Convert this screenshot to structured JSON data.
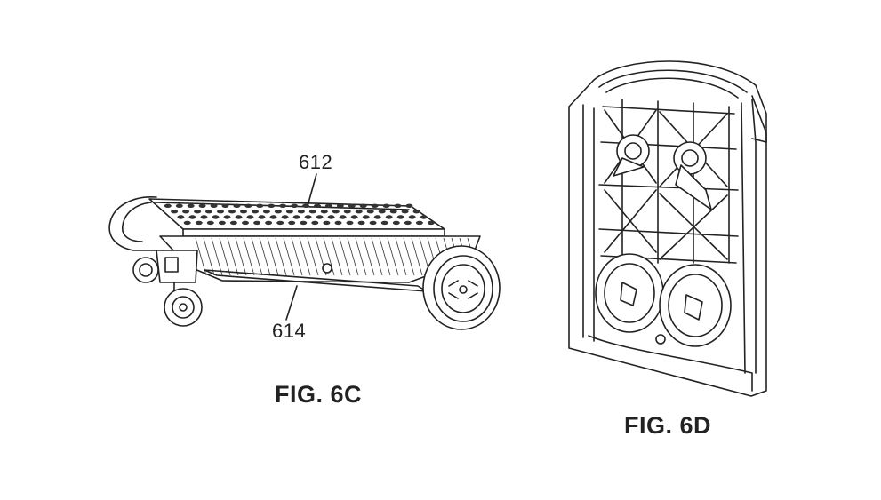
{
  "figures": [
    {
      "id": "6C",
      "caption": "FIG. 6C",
      "reference_numerals": [
        {
          "numeral": "612",
          "target": "deck-platform"
        },
        {
          "numeral": "614",
          "target": "frame-body"
        }
      ]
    },
    {
      "id": "6D",
      "caption": "FIG. 6D",
      "reference_numerals": []
    }
  ],
  "colors": {
    "line": "#222222",
    "background": "#ffffff"
  }
}
